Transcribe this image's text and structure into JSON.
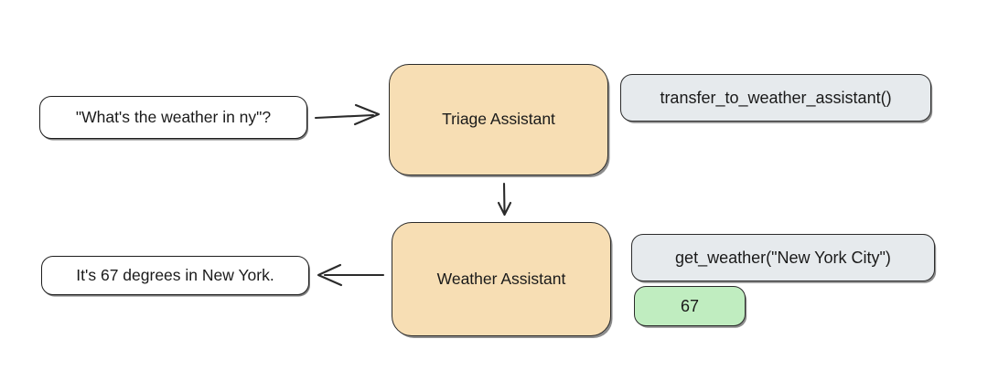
{
  "diagram": {
    "type": "agent-handoff-flow",
    "background_color": "#ffffff",
    "palette": {
      "agent_fill": "#F7DEB4",
      "tool_fill": "#E6EAED",
      "result_fill": "#C0EDC0",
      "bubble_fill": "#FFFFFF",
      "stroke": "#2b2b2b",
      "text": "#1a1a1a"
    },
    "nodes": {
      "user_question": {
        "label": "\"What's the weather in ny\"?",
        "kind": "user-message-bubble"
      },
      "triage_agent": {
        "label": "Triage Assistant",
        "kind": "agent"
      },
      "transfer_tool": {
        "label": "transfer_to_weather_assistant()",
        "kind": "tool-call"
      },
      "weather_agent": {
        "label": "Weather Assistant",
        "kind": "agent"
      },
      "weather_tool": {
        "label": "get_weather(\"New York City\")",
        "kind": "tool-call"
      },
      "weather_result": {
        "label": "67",
        "kind": "tool-result"
      },
      "assistant_answer": {
        "label": "It's 67 degrees in New York.",
        "kind": "assistant-message-bubble"
      }
    },
    "edges": [
      {
        "name": "question-to-triage",
        "from": "user_question",
        "to": "triage_agent",
        "direction": "right"
      },
      {
        "name": "triage-to-weather",
        "from": "triage_agent",
        "to": "weather_agent",
        "direction": "down"
      },
      {
        "name": "weather-to-answer",
        "from": "weather_agent",
        "to": "assistant_answer",
        "direction": "left"
      }
    ]
  }
}
